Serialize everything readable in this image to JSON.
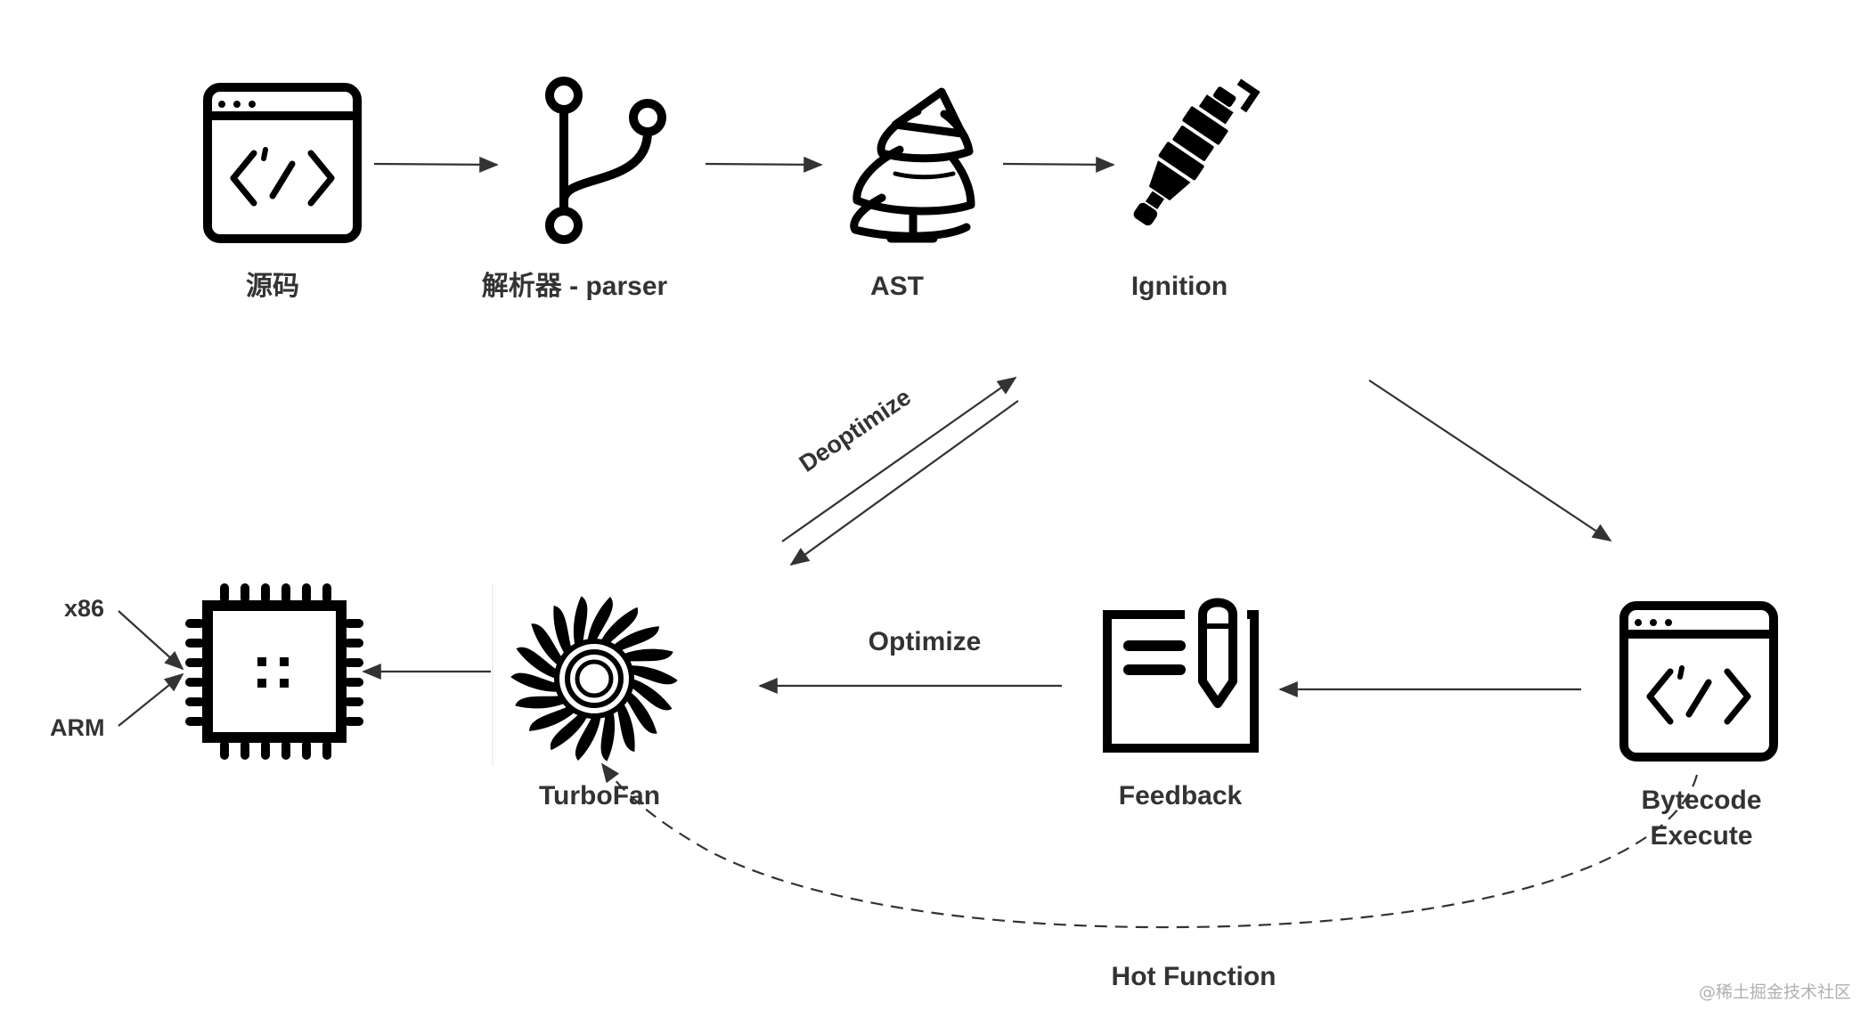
{
  "nodes": {
    "source": {
      "label": "源码"
    },
    "parser": {
      "label": "解析器 - parser"
    },
    "ast": {
      "label": "AST"
    },
    "ignition": {
      "label": "Ignition"
    },
    "bytecode": {
      "label_line1": "Bytecode",
      "label_line2": "Execute"
    },
    "feedback": {
      "label": "Feedback"
    },
    "turbofan": {
      "label": "TurboFan"
    },
    "cpu": {
      "inputs": [
        "x86",
        "ARM"
      ]
    }
  },
  "edges": {
    "deoptimize": "Deoptimize",
    "optimize": "Optimize",
    "hot_function": "Hot Function"
  },
  "watermark": "@稀土掘金技术社区",
  "colors": {
    "ink": "#000000",
    "arrow": "#333333",
    "text": "#333333"
  }
}
